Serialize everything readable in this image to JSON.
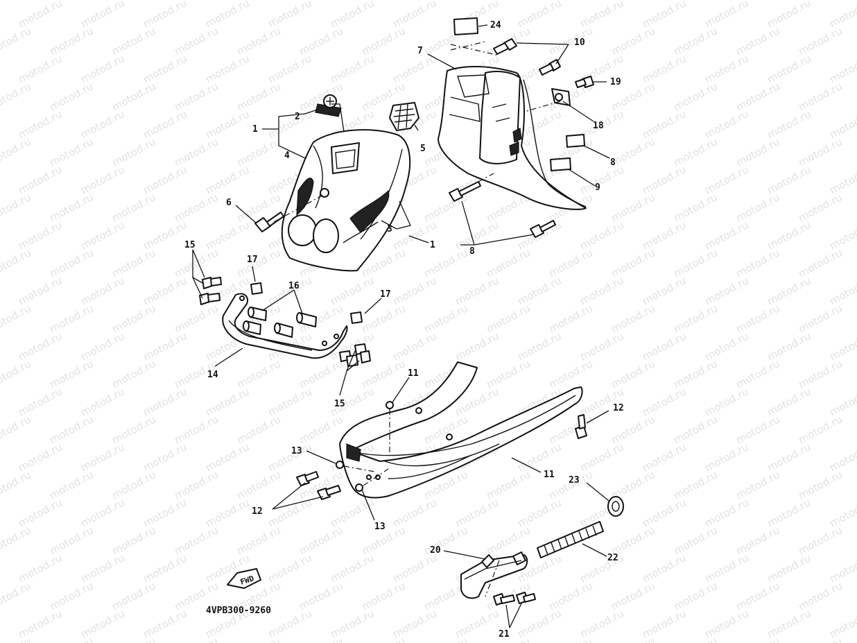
{
  "diagram": {
    "code": "4VPB300-9260",
    "fwd_label": "FWD",
    "watermark": "motod.ru",
    "callouts": {
      "c24": "24",
      "c10": "10",
      "c7": "7",
      "c19": "19",
      "c18": "18",
      "c2": "2",
      "c1a": "1",
      "c5": "5",
      "c4": "4",
      "c8a": "8",
      "c9": "9",
      "c6": "6",
      "c3": "3",
      "c1b": "1",
      "c8b": "8",
      "c15a": "15",
      "c17a": "17",
      "c16": "16",
      "c17b": "17",
      "c14": "14",
      "c15b": "15",
      "c11a": "11",
      "c12a": "12",
      "c13a": "13",
      "c11b": "11",
      "c23": "23",
      "c12b": "12",
      "c13b": "13",
      "c20": "20",
      "c22": "22",
      "c21": "21"
    }
  }
}
